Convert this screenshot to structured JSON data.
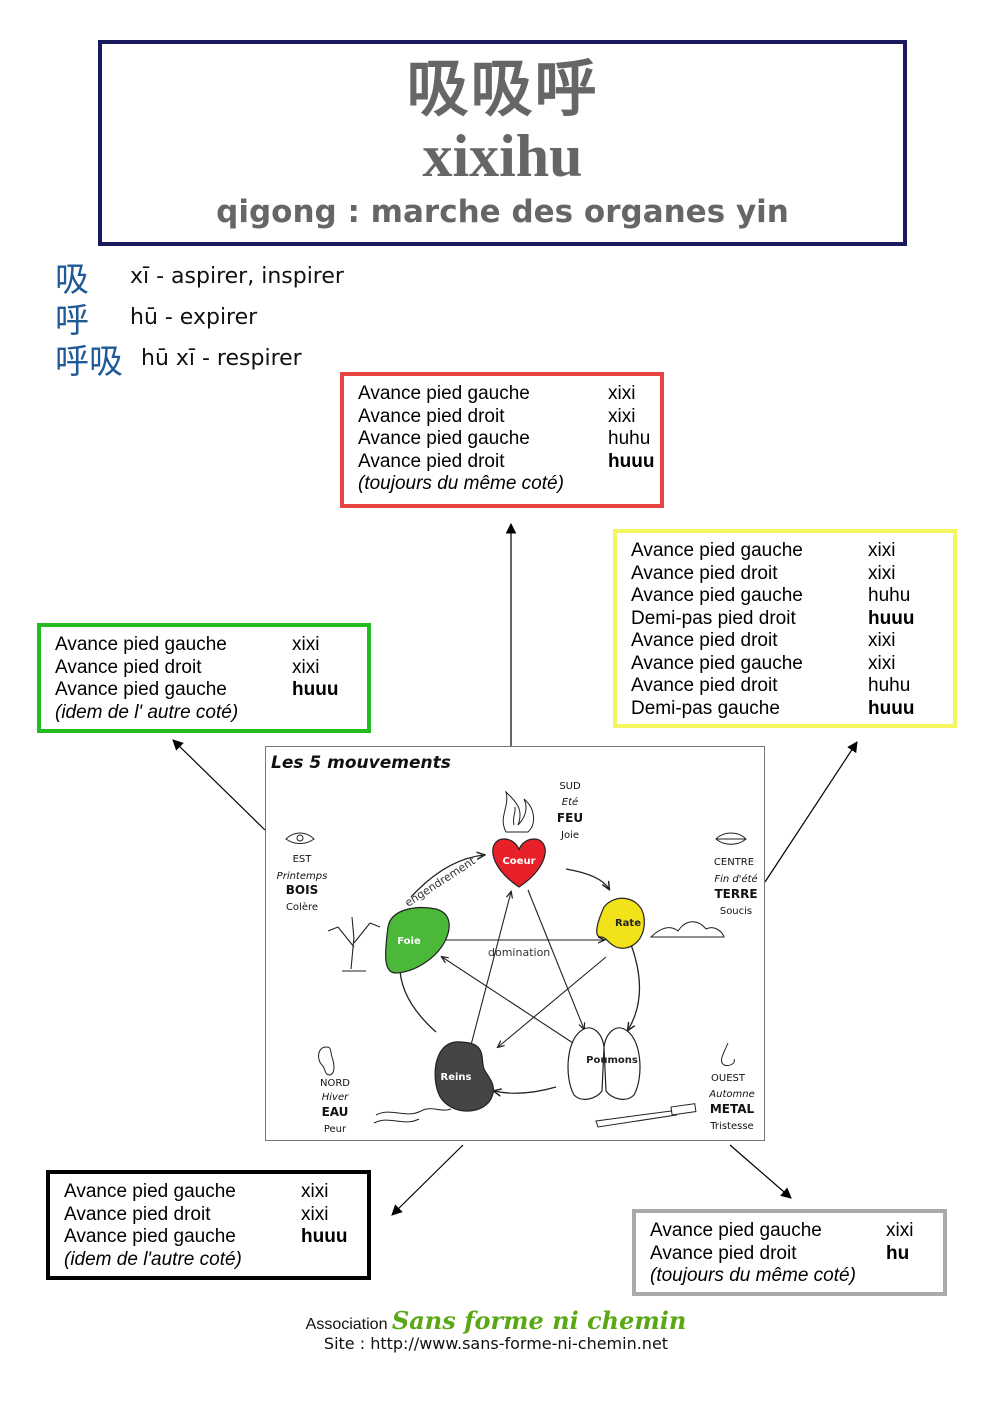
{
  "title": {
    "chars": "吸吸呼",
    "pinyin": "xixihu",
    "subtitle": "qigong : marche des organes yin"
  },
  "glossary": [
    {
      "hanzi": "吸",
      "text": "xī - aspirer, inspirer"
    },
    {
      "hanzi": "呼",
      "text": "hū - expirer"
    },
    {
      "hanzi": "呼吸",
      "text": "hū xī - respirer"
    }
  ],
  "boxes": {
    "red": {
      "color": "#e84444",
      "rows": [
        {
          "step": "Avance pied gauche",
          "sound": "xixi",
          "bold": false
        },
        {
          "step": "Avance pied droit",
          "sound": "xixi",
          "bold": false
        },
        {
          "step": "Avance pied gauche",
          "sound": "huhu",
          "bold": false
        },
        {
          "step": "Avance pied droit",
          "sound": "huuu",
          "bold": true
        }
      ],
      "note": "(toujours du même coté)"
    },
    "yellow": {
      "color": "#f5f560",
      "rows": [
        {
          "step": "Avance pied gauche",
          "sound": "xixi",
          "bold": false
        },
        {
          "step": "Avance pied droit",
          "sound": "xixi",
          "bold": false
        },
        {
          "step": "Avance pied gauche",
          "sound": "huhu",
          "bold": false
        },
        {
          "step": "Demi-pas pied droit",
          "sound": "huuu",
          "bold": true
        },
        {
          "step": "Avance pied droit",
          "sound": "xixi",
          "bold": false
        },
        {
          "step": "Avance pied gauche",
          "sound": "xixi",
          "bold": false
        },
        {
          "step": "Avance pied droit",
          "sound": "huhu",
          "bold": false
        },
        {
          "step": "Demi-pas gauche",
          "sound": "huuu",
          "bold": true
        }
      ]
    },
    "green": {
      "color": "#22bb22",
      "rows": [
        {
          "step": "Avance pied gauche",
          "sound": "xixi",
          "bold": false
        },
        {
          "step": "Avance pied droit",
          "sound": "xixi",
          "bold": false
        },
        {
          "step": "Avance pied gauche",
          "sound": "huuu",
          "bold": true
        }
      ],
      "note": "(idem de l' autre coté)"
    },
    "black": {
      "color": "#000000",
      "rows": [
        {
          "step": "Avance pied gauche",
          "sound": "xixi",
          "bold": false
        },
        {
          "step": "Avance pied droit",
          "sound": "xixi",
          "bold": false
        },
        {
          "step": "Avance pied gauche",
          "sound": "huuu",
          "bold": true
        }
      ],
      "note": "(idem de l'autre coté)"
    },
    "gray": {
      "color": "#aaaaaa",
      "rows": [
        {
          "step": "Avance pied gauche",
          "sound": "xixi",
          "bold": false
        },
        {
          "step": "Avance pied droit",
          "sound": "hu",
          "bold": true
        }
      ],
      "note": "(toujours du même coté)"
    }
  },
  "diagram": {
    "title": "Les 5 mouvements",
    "cycle_label": "engendrement",
    "control_label": "domination",
    "elements": [
      {
        "organ": "Coeur",
        "direction": "SUD",
        "season": "Eté",
        "element": "FEU",
        "emotion": "Joie",
        "color": "#e8202a"
      },
      {
        "organ": "Rate",
        "direction": "CENTRE",
        "season": "Fin d'été",
        "element": "TERRE",
        "emotion": "Soucis",
        "color": "#f2e21a"
      },
      {
        "organ": "Poumons",
        "direction": "OUEST",
        "season": "Automne",
        "element": "METAL",
        "emotion": "Tristesse",
        "color": "#ffffff"
      },
      {
        "organ": "Reins",
        "direction": "NORD",
        "season": "Hiver",
        "element": "EAU",
        "emotion": "Peur",
        "color": "#444444"
      },
      {
        "organ": "Foie",
        "direction": "EST",
        "season": "Printemps",
        "element": "BOIS",
        "emotion": "Colère",
        "color": "#4cb83a"
      }
    ]
  },
  "footer": {
    "prefix": "Association",
    "brand": "Sans forme ni chemin",
    "site": "Site :  http://www.sans-forme-ni-chemin.net"
  }
}
